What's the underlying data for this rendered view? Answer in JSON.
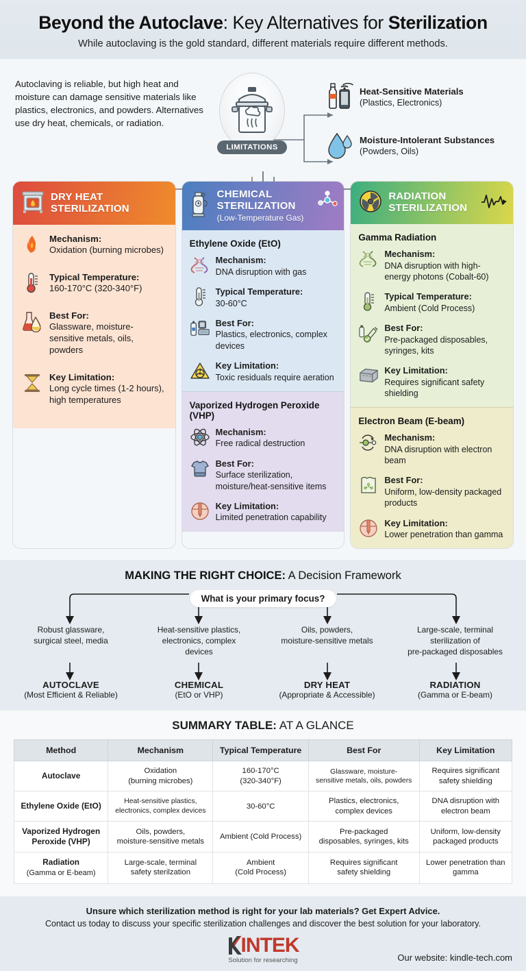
{
  "header": {
    "title_bold_1": "Beyond the Autoclave",
    "title_mid": ": Key Alternatives for ",
    "title_bold_2": "Sterilization",
    "subtitle": "While autoclaving is the gold standard, different materials require different methods."
  },
  "intro": {
    "paragraph": "Autoclaving is reliable, but high heat and moisture can damage sensitive materials like plastics, electronics, and powders. Alternatives use dry heat, chemicals, or radiation.",
    "node_label": "LIMITATIONS",
    "callouts": [
      {
        "title": "Heat-Sensitive Materials",
        "sub": "(Plastics, Electronics)",
        "icon": "bottle-phone-icon"
      },
      {
        "title": "Moisture-Intolerant Substances",
        "sub": "(Powders, Oils)",
        "icon": "water-droplet-icon"
      }
    ]
  },
  "cards": [
    {
      "id": "dry-heat",
      "title": "DRY HEAT\nSTERILIZATION",
      "title_line1": "DRY HEAT",
      "title_line2": "STERILIZATION",
      "subtitle": "",
      "header_icon": "oven-fire-icon",
      "gradient": [
        "#dd4b3e",
        "#ef8b2c"
      ],
      "body_color": "#fce3d2",
      "sections": [
        {
          "title": "",
          "items": [
            {
              "icon": "flame-icon",
              "label": "Mechanism:",
              "value": "Oxidation (burning microbes)"
            },
            {
              "icon": "thermometer-icon",
              "label": "Typical Temperature:",
              "value": "160-170°C (320-340°F)"
            },
            {
              "icon": "flasks-icon",
              "label": "Best For:",
              "value": "Glassware, moisture-sensitive metals, oils, powders"
            },
            {
              "icon": "hourglass-icon",
              "label": "Key Limitation:",
              "value": "Long cycle times (1-2 hours), high temperatures"
            }
          ]
        }
      ]
    },
    {
      "id": "chemical",
      "title_line1": "CHEMICAL",
      "title_line2": "STERILIZATION",
      "subtitle": "(Low-Temperature Gas)",
      "header_icon": "gas-cylinder-icon",
      "header_icon_right": "molecule-icon",
      "gradient": [
        "#4b7fc0",
        "#a07cc4"
      ],
      "sections": [
        {
          "title": "Ethylene Oxide (EtO)",
          "bg": "#dbe8f4",
          "items": [
            {
              "icon": "dna-icon",
              "label": "Mechanism:",
              "value": "DNA disruption with gas"
            },
            {
              "icon": "thermometer-icon",
              "label": "Typical Temperature:",
              "value": "30-60°C"
            },
            {
              "icon": "devices-icon",
              "label": "Best For:",
              "value": "Plastics, electronics, complex devices"
            },
            {
              "icon": "biohazard-warning-icon",
              "label": "Key Limitation:",
              "value": "Toxic residuals require aeration"
            }
          ]
        },
        {
          "title": "Vaporized Hydrogen Peroxide (VHP)",
          "bg": "#e2dcee",
          "items": [
            {
              "icon": "atom-icon",
              "label": "Mechanism:",
              "value": "Free radical destruction"
            },
            {
              "icon": "shirt-icon",
              "label": "Best For:",
              "value": "Surface sterilization, moisture/heat-sensitive items"
            },
            {
              "icon": "penetration-icon",
              "label": "Key Limitation:",
              "value": "Limited penetration capability"
            }
          ]
        }
      ]
    },
    {
      "id": "radiation",
      "title_line1": "RADIATION",
      "title_line2": "STERILIZATION",
      "subtitle": "",
      "header_icon": "radiation-icon",
      "header_icon_right": "waveform-icon",
      "gradient": [
        "#3cae80",
        "#dbd74a"
      ],
      "sections": [
        {
          "title": "Gamma Radiation",
          "bg": "#e7f0d7",
          "items": [
            {
              "icon": "dna-icon",
              "label": "Mechanism:",
              "value": "DNA disruption with high-energy photons (Cobalt-60)"
            },
            {
              "icon": "thermometer-icon",
              "label": "Typical Temperature:",
              "value": "Ambient (Cold Process)"
            },
            {
              "icon": "syringe-icon",
              "label": "Best For:",
              "value": "Pre-packaged disposables, syringes, kits"
            },
            {
              "icon": "lead-brick-icon",
              "label": "Key Limitation:",
              "value": "Requires significant safety shielding"
            }
          ]
        },
        {
          "title": "Electron Beam (E-beam)",
          "bg": "#eeeccb",
          "items": [
            {
              "icon": "electron-orbit-icon",
              "label": "Mechanism:",
              "value": "DNA disruption with electron beam"
            },
            {
              "icon": "package-icon",
              "label": "Best For:",
              "value": "Uniform, low-density packaged products"
            },
            {
              "icon": "penetration-icon",
              "label": "Key Limitation:",
              "value": "Lower penetration than gamma"
            }
          ]
        }
      ]
    }
  ],
  "decision": {
    "heading_bold": "MAKING THE RIGHT CHOICE:",
    "heading_rest": " A Decision Framework",
    "question": "What is your primary focus?",
    "branches": [
      {
        "desc": "Robust glassware,\nsurgical steel, media",
        "desc1": "Robust glassware,",
        "desc2": "surgical steel, media",
        "desc3": "",
        "result": "AUTOCLAVE",
        "sub": "(Most Efficient & Reliable)"
      },
      {
        "desc1": "Heat-sensitive plastics,",
        "desc2": "electronics, complex",
        "desc3": "devices",
        "result": "CHEMICAL",
        "sub": "(EtO or VHP)"
      },
      {
        "desc1": "Oils, powders,",
        "desc2": "moisture-sensitive metals",
        "desc3": "",
        "result": "DRY HEAT",
        "sub": "(Appropriate & Accessible)"
      },
      {
        "desc1": "Large-scale, terminal",
        "desc2": "sterilization of",
        "desc3": "pre-packaged disposables",
        "result": "RADIATION",
        "sub": "(Gamma or E-beam)"
      }
    ]
  },
  "summary": {
    "heading_bold": "SUMMARY TABLE:",
    "heading_rest": " AT A GLANCE",
    "columns": [
      "Method",
      "Mechanism",
      "Typical Temperature",
      "Best For",
      "Key Limitation"
    ],
    "rows": [
      {
        "method": "Autoclave",
        "method_sub": "",
        "mechanism": "Oxidation\n(burning microbes)",
        "mechanism_l1": "Oxidation",
        "mechanism_l2": "(burning microbes)",
        "temp_l1": "160-170°C",
        "temp_l2": "(320-340°F)",
        "best_l1": "Glassware, moisture-",
        "best_l2": "sensitive metals, oils, powders",
        "limit_l1": "Requires significant",
        "limit_l2": "safety shielding"
      },
      {
        "method": "Ethylene Oxide (EtO)",
        "method_sub": "",
        "mechanism_l1": "Heat-sensitive plastics,",
        "mechanism_l2": "electronics, complex devices",
        "temp_l1": "30-60°C",
        "temp_l2": "",
        "best_l1": "Plastics, electronics,",
        "best_l2": "complex devices",
        "limit_l1": "DNA disruption with",
        "limit_l2": "electron beam"
      },
      {
        "method": "Vaporized Hydrogen",
        "method_sub": "Peroxide (VHP)",
        "mechanism_l1": "Oils, powders,",
        "mechanism_l2": "moisture-sensitive metals",
        "temp_l1": "Ambient (Cold Process)",
        "temp_l2": "",
        "best_l1": "Pre-packaged",
        "best_l2": "disposables, syringes, kits",
        "limit_l1": "Uniform, low-density",
        "limit_l2": "packaged products"
      },
      {
        "method": "Radiation",
        "method_sub": "(Gamma or E-beam)",
        "mechanism_l1": "Large-scale, terminal",
        "mechanism_l2": "safety sterilzation",
        "temp_l1": "Ambient",
        "temp_l2": "(Cold Process)",
        "best_l1": "Requires significant",
        "best_l2": "safety shielding",
        "limit_l1": "Lower penetration than",
        "limit_l2": "gamma"
      }
    ]
  },
  "footer": {
    "cta_bold": "Unsure which sterilization method is right for your lab materials? Get Expert Advice.",
    "cta_sub": "Contact us today to discuss your specific sterilization challenges and discover the best solution for your laboratory.",
    "brand_k": "K",
    "brand_rest": "INTEK",
    "brand_tagline": "Solution for researching",
    "website": "Our website: kindle-tech.com"
  }
}
